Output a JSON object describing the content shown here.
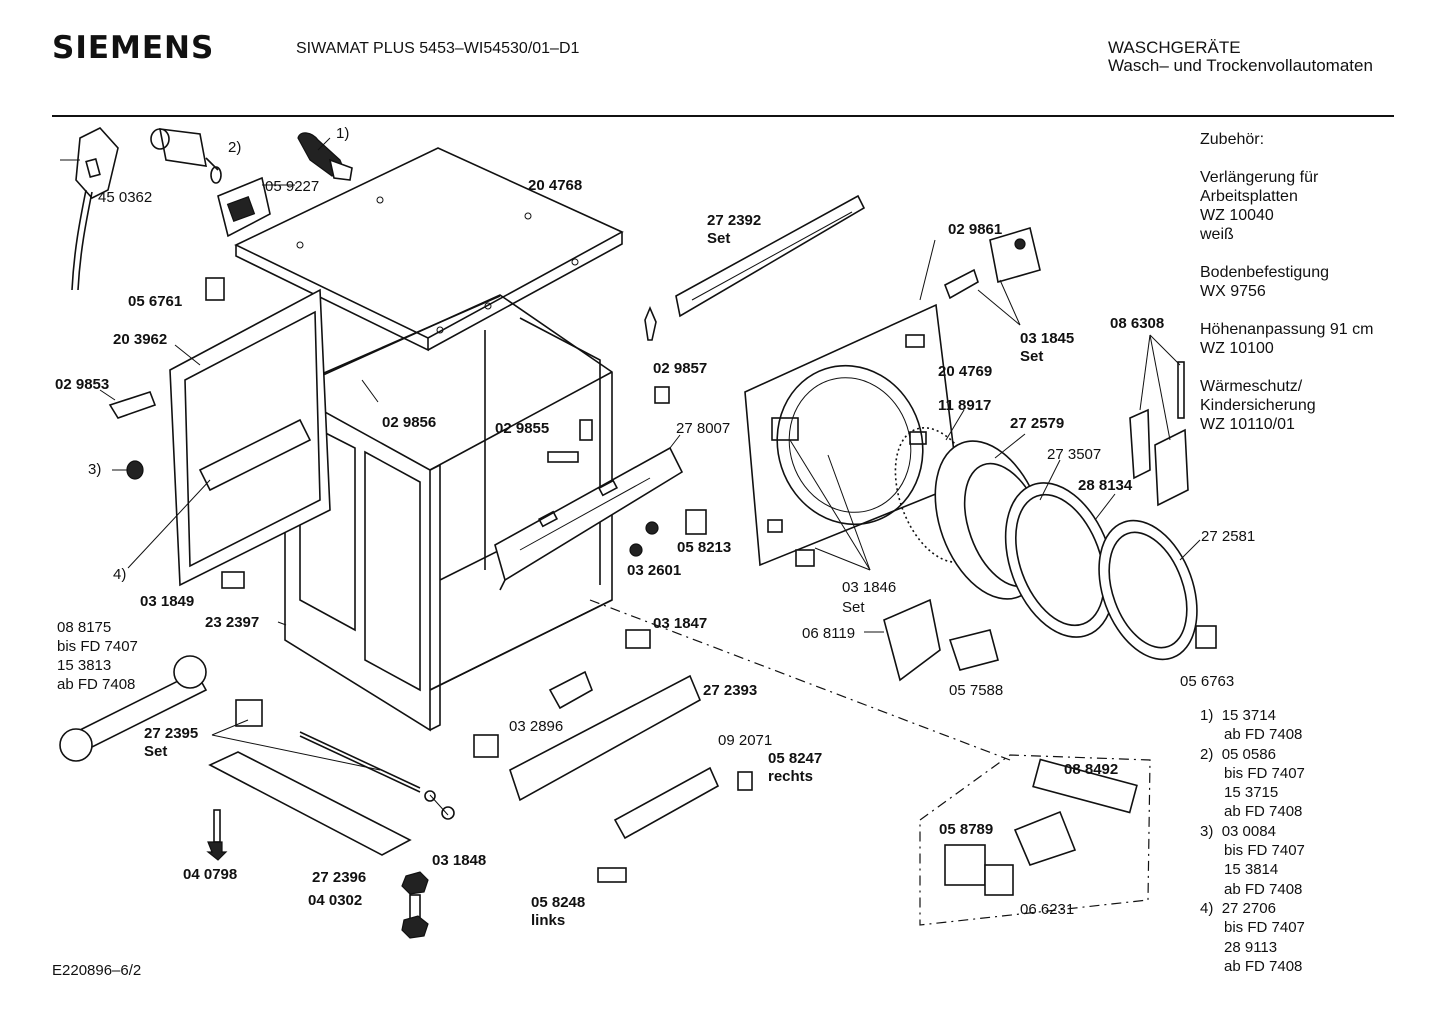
{
  "header": {
    "brand": "SIEMENS",
    "model": "SIWAMAT PLUS 5453–WI54530/01–D1",
    "category_line1": "WASCHGERÄTE",
    "category_line2": "Wasch– und Trockenvollautomaten"
  },
  "footer": {
    "code": "E220896–6/2"
  },
  "accessories": {
    "heading": "Zubehör:",
    "items": [
      [
        "Verlängerung für",
        "Arbeitsplatten",
        "WZ 10040",
        "weiß"
      ],
      [
        "Bodenbefestigung",
        "WX 9756"
      ],
      [
        "Höhenanpassung 91 cm",
        "WZ 10100"
      ],
      [
        "Wärmeschutz/",
        "Kindersicherung",
        "WZ 10110/01"
      ]
    ]
  },
  "footnotes": [
    {
      "mark": "1)",
      "lines": [
        "15 3714",
        "ab FD 7408"
      ]
    },
    {
      "mark": "2)",
      "lines": [
        "05 0586",
        "bis FD 7407",
        "15 3715",
        "ab FD 7408"
      ]
    },
    {
      "mark": "3)",
      "lines": [
        "03 0084",
        "bis FD 7407",
        "15 3814",
        "ab FD 7408"
      ]
    },
    {
      "mark": "4)",
      "lines": [
        "27 2706",
        "bis FD 7407",
        "28 9113",
        "ab FD 7408"
      ]
    }
  ],
  "part_labels": [
    {
      "text": "1)",
      "bold": false
    },
    {
      "text": "2)",
      "bold": false
    },
    {
      "text": "45 0362",
      "bold": false
    },
    {
      "text": "05 9227",
      "bold": false
    },
    {
      "text": "20 4768",
      "bold": true
    },
    {
      "text": "27 2392",
      "bold": true
    },
    {
      "text": "Set",
      "bold": true
    },
    {
      "text": "02 9861",
      "bold": true
    },
    {
      "text": "05 6761",
      "bold": true
    },
    {
      "text": "03 1845",
      "bold": true
    },
    {
      "text": "Set",
      "bold": true
    },
    {
      "text": "08 6308",
      "bold": true
    },
    {
      "text": "20 3962",
      "bold": true
    },
    {
      "text": "02 9857",
      "bold": true
    },
    {
      "text": "02 9853",
      "bold": true
    },
    {
      "text": "20 4769",
      "bold": true
    },
    {
      "text": "02 9856",
      "bold": true
    },
    {
      "text": "02 9855",
      "bold": true
    },
    {
      "text": "27 8007",
      "bold": false
    },
    {
      "text": "11 8917",
      "bold": true
    },
    {
      "text": "27 2579",
      "bold": true
    },
    {
      "text": "3)",
      "bold": false
    },
    {
      "text": "27 3507",
      "bold": false
    },
    {
      "text": "28 8134",
      "bold": true
    },
    {
      "text": "05 8213",
      "bold": true
    },
    {
      "text": "03 2601",
      "bold": true
    },
    {
      "text": "27 2581",
      "bold": false
    },
    {
      "text": "4)",
      "bold": false
    },
    {
      "text": "03 1849",
      "bold": true
    },
    {
      "text": "03 1846",
      "bold": false
    },
    {
      "text": "Set",
      "bold": false
    },
    {
      "text": "08 8175",
      "bold": false
    },
    {
      "text": "23 2397",
      "bold": true
    },
    {
      "text": "03 1847",
      "bold": true
    },
    {
      "text": "bis FD 7407",
      "bold": false
    },
    {
      "text": "06 8119",
      "bold": false
    },
    {
      "text": "15 3813",
      "bold": false
    },
    {
      "text": "ab FD 7408",
      "bold": false
    },
    {
      "text": "27 2393",
      "bold": true
    },
    {
      "text": "05 7588",
      "bold": false
    },
    {
      "text": "05 6763",
      "bold": false
    },
    {
      "text": "03 2896",
      "bold": false
    },
    {
      "text": "27 2395",
      "bold": true
    },
    {
      "text": "Set",
      "bold": true
    },
    {
      "text": "09 2071",
      "bold": false
    },
    {
      "text": "05 8247",
      "bold": true
    },
    {
      "text": "rechts",
      "bold": true
    },
    {
      "text": "08 8492",
      "bold": true
    },
    {
      "text": "05 8789",
      "bold": true
    },
    {
      "text": "03 1848",
      "bold": true
    },
    {
      "text": "04 0798",
      "bold": true
    },
    {
      "text": "27 2396",
      "bold": true
    },
    {
      "text": "04 0302",
      "bold": true
    },
    {
      "text": "05 8248",
      "bold": true
    },
    {
      "text": "links",
      "bold": true
    },
    {
      "text": "06 6231",
      "bold": false
    }
  ]
}
